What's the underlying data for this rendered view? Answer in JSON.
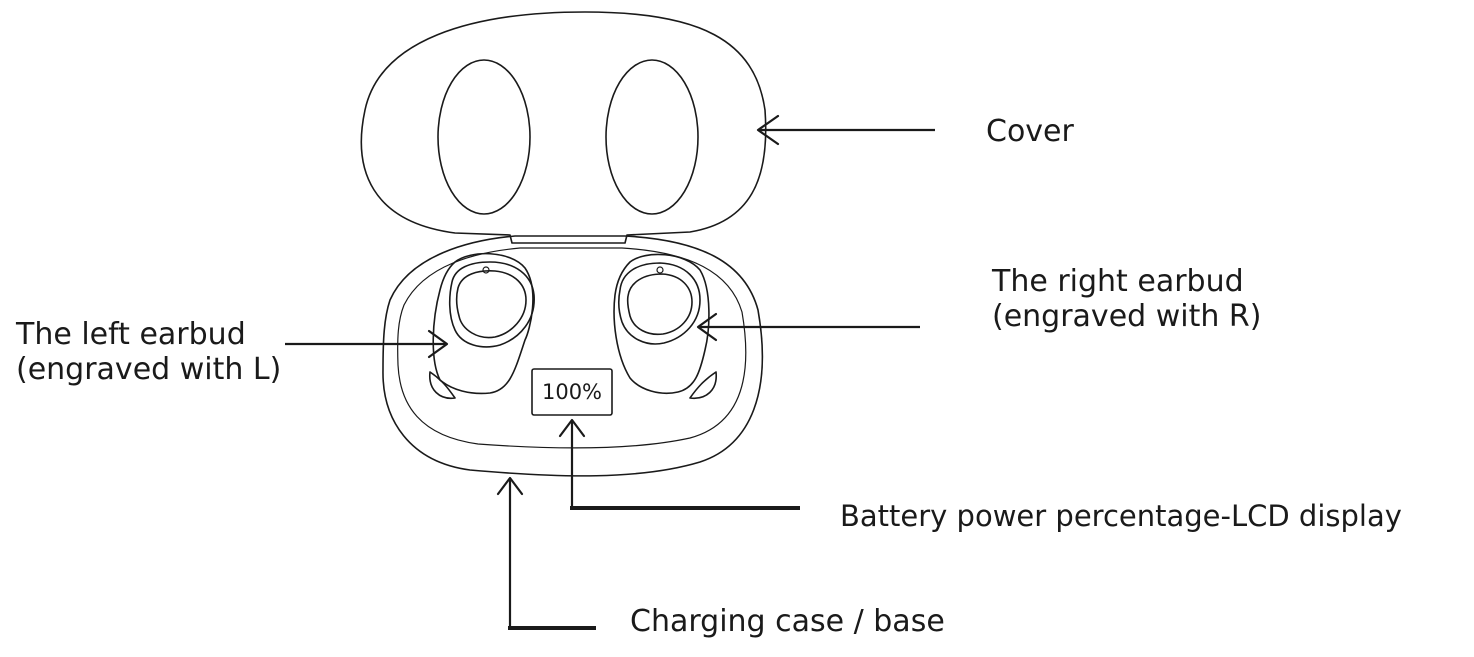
{
  "labels": {
    "cover": "Cover",
    "right_earbud_line1": "The right earbud",
    "right_earbud_line2": "(engraved with R)",
    "left_earbud_line1": "The left earbud",
    "left_earbud_line2": "(engraved with L)",
    "battery_display": "Battery power percentage-LCD display",
    "charging_case": "Charging case / base"
  },
  "lcd": {
    "value": "100%"
  }
}
